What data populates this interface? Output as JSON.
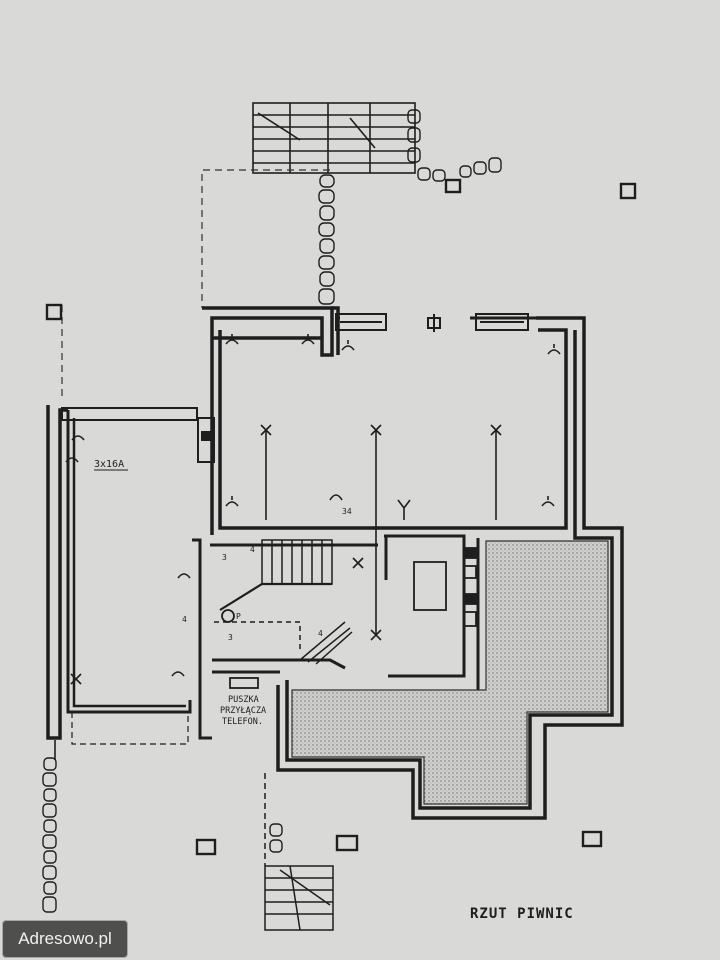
{
  "plan": {
    "title": "RZUT PIWNIC",
    "circuit_label": "3x16A",
    "box_label_lines": [
      "PUSZKA",
      "PRZYŁĄCZA",
      "TELEFON."
    ],
    "stair_numbers": [
      "3",
      "4",
      "4",
      "3",
      "4"
    ],
    "fixture_label": "34",
    "meter_label": "P"
  },
  "watermark": {
    "text": "Adresowo.pl"
  },
  "colors": {
    "paper": "#d9d9d7",
    "ink": "#1e1e1e",
    "hatch": "#9a9a9a"
  }
}
